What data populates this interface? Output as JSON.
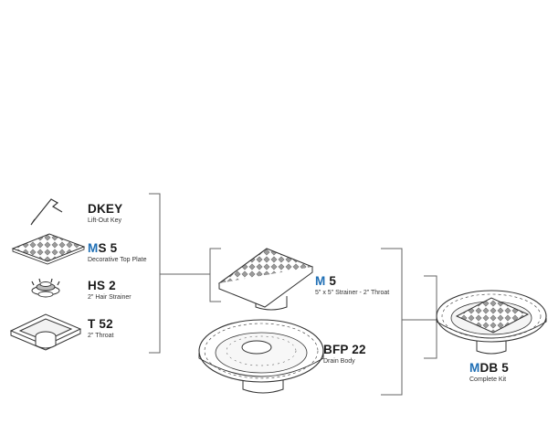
{
  "colors": {
    "accent": "#1f6fb5",
    "ink": "#1a1a1a",
    "line": "#555555"
  },
  "parts": [
    {
      "prefix": "",
      "code": "DKEY",
      "desc": "Lift-Out Key",
      "icon": "key-icon"
    },
    {
      "prefix": "M",
      "code": "S 5",
      "desc": "Decorative Top Plate",
      "icon": "top-plate-icon"
    },
    {
      "prefix": "",
      "code": "HS 2",
      "desc": "2\" Hair Strainer",
      "icon": "hair-strainer-icon"
    },
    {
      "prefix": "",
      "code": "T 52",
      "desc": "2\" Throat",
      "icon": "throat-icon"
    }
  ],
  "assembly": [
    {
      "prefix": "M",
      "code": " 5",
      "desc": "5\" x 5\" Strainer - 2\" Throat",
      "icon": "strainer-assembly-icon"
    },
    {
      "prefix": "",
      "code": "BFP 22",
      "desc": "Drain Body",
      "icon": "drain-body-icon"
    }
  ],
  "complete": {
    "prefix": "M",
    "code": "DB 5",
    "desc": "Complete Kit",
    "icon": "complete-kit-icon"
  }
}
